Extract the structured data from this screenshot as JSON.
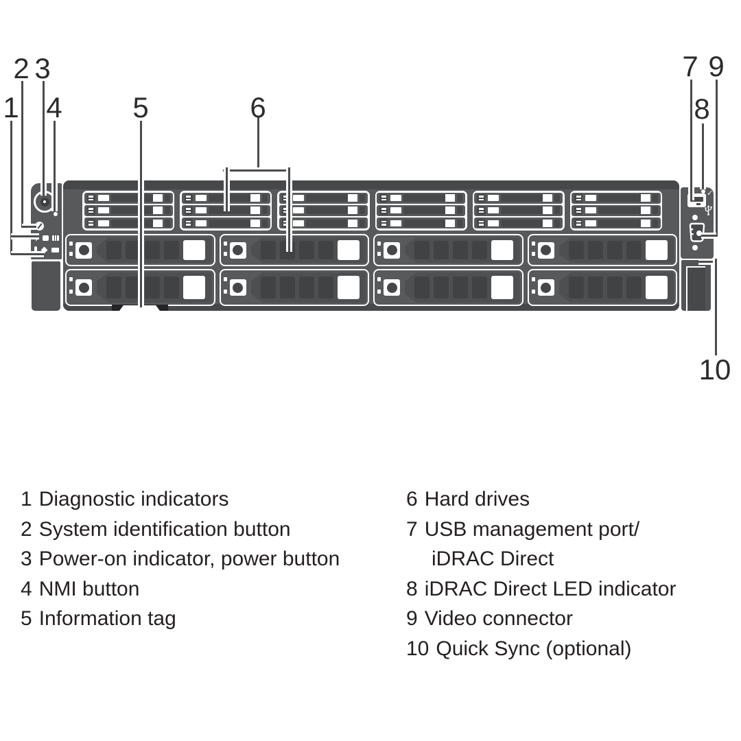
{
  "callouts": {
    "c1": "1",
    "c2": "2",
    "c3": "3",
    "c4": "4",
    "c5": "5",
    "c6": "6",
    "c7": "7",
    "c8": "8",
    "c9": "9",
    "c10": "10"
  },
  "legend": {
    "left": [
      {
        "num": "1",
        "label": "Diagnostic indicators"
      },
      {
        "num": "2",
        "label": "System identification button"
      },
      {
        "num": "3",
        "label": "Power-on indicator, power button"
      },
      {
        "num": "4",
        "label": "NMI button"
      },
      {
        "num": "5",
        "label": "Information tag"
      }
    ],
    "right": [
      {
        "num": "6",
        "label": "Hard drives"
      },
      {
        "num": "7",
        "label": "USB management port/",
        "label2": "iDRAC Direct"
      },
      {
        "num": "8",
        "label": "iDRAC Direct LED indicator"
      },
      {
        "num": "9",
        "label": "Video connector"
      },
      {
        "num": "10",
        "label": "Quick Sync (optional)"
      }
    ]
  },
  "hardware": {
    "slim_drive_groups": 6,
    "slim_drives_per_group": 3,
    "hdd_rows": 2,
    "hdd_columns": 4
  },
  "colors": {
    "chassis_gray": "#58595b",
    "dark_gray": "#47484a",
    "text": "#231f20"
  }
}
